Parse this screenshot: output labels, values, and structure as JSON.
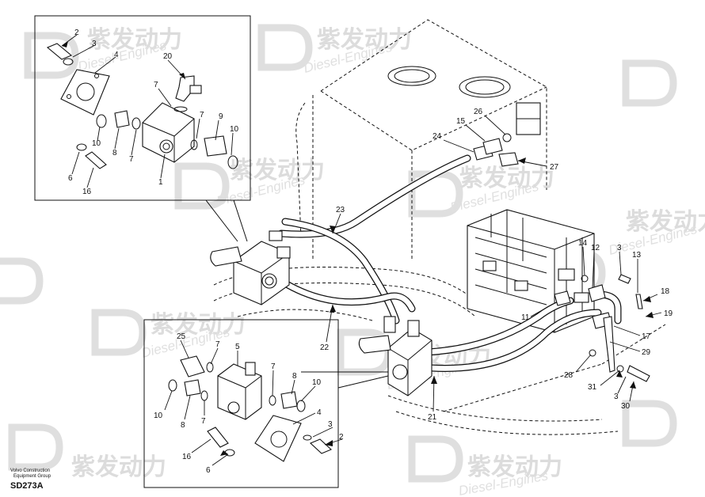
{
  "footer": {
    "company_line1": "Volvo Construction",
    "company_line2": "Equipment Group",
    "code": "SD273A"
  },
  "watermark": {
    "cn": "紫发动力",
    "en": "Diesel-Engines"
  },
  "callouts": {
    "tl": [
      "2",
      "3",
      "4",
      "20",
      "7",
      "7",
      "9",
      "10",
      "10",
      "8",
      "7",
      "6",
      "16",
      "1"
    ],
    "main": [
      "24",
      "15",
      "26",
      "27",
      "23",
      "22",
      "21",
      "14",
      "12",
      "3",
      "13",
      "18",
      "19",
      "11",
      "17",
      "29",
      "28",
      "31",
      "3",
      "30"
    ],
    "bl": [
      "25",
      "7",
      "5",
      "7",
      "8",
      "10",
      "10",
      "8",
      "7",
      "4",
      "3",
      "2",
      "16",
      "6"
    ]
  }
}
